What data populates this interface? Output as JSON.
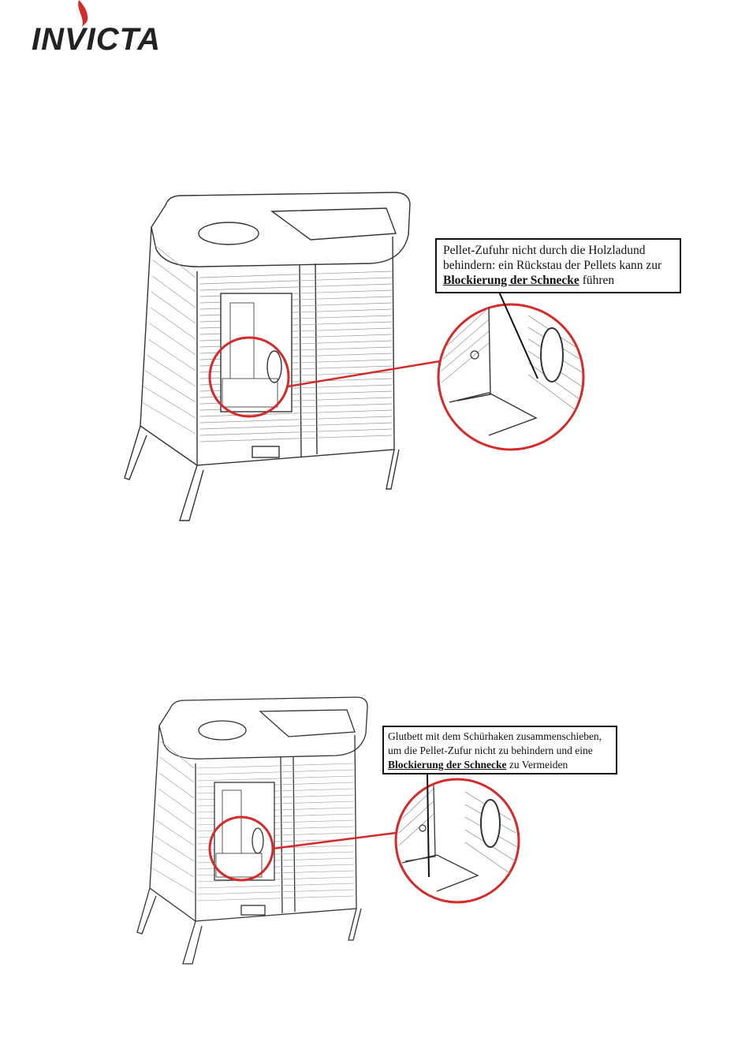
{
  "brand": {
    "logo_text": "INVICTA",
    "accent_color": "#d42a2a"
  },
  "figures": [
    {
      "callout_lines": [
        "Pellet-Zufuhr nicht durch die Holzladund",
        "behindern: ein Rückstau der Pellets kann zur"
      ],
      "callout_bold": "Blockierung der Schnecke",
      "callout_tail": " führen"
    },
    {
      "callout_lines": [
        "Glutbett mit dem Schürhaken zusammenschieben,",
        "um die Pellet-Zufur nicht zu behindern und eine"
      ],
      "callout_bold": "Blockierung der Schnecke",
      "callout_tail": " zu Vermeiden"
    }
  ]
}
